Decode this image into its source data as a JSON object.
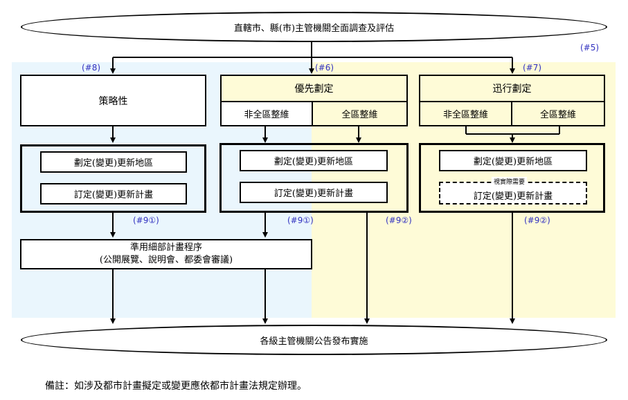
{
  "top": {
    "label": "直轄市、縣(市)主管機關全面調查及評估",
    "ref": "(#5)"
  },
  "columns": {
    "strategic": {
      "ref": "(#8)",
      "title": "策略性",
      "step1": "劃定(變更)更新地區",
      "step2": "訂定(變更)更新計畫",
      "ref_after": "(#9①)"
    },
    "priority": {
      "ref": "(#6)",
      "title": "優先劃定",
      "sub_left": "非全區整維",
      "sub_right": "全區整維",
      "step1": "劃定(變更)更新地區",
      "step2": "訂定(變更)更新計畫",
      "ref_after_left": "(#9①)",
      "ref_after_right": "(#9②)"
    },
    "rapid": {
      "ref": "(#7)",
      "title": "迅行劃定",
      "sub_left": "非全區整維",
      "sub_right": "全區整維",
      "step1": "劃定(變更)更新地區",
      "optional_note": "視實際需要",
      "step2": "訂定(變更)更新計畫",
      "ref_after": "(#9②)"
    }
  },
  "procedure": {
    "line1": "準用細部計畫程序",
    "line2": "(公開展覽、說明會、都委會審議)"
  },
  "bottom": {
    "label": "各級主管機關公告發布實施"
  },
  "footnote": "備註：如涉及都市計畫擬定或變更應依都市計畫法規定辦理。",
  "colors": {
    "blue_region": "#eaf6fd",
    "yellow_region": "#fefbd7",
    "ref_text": "#3030c0"
  }
}
